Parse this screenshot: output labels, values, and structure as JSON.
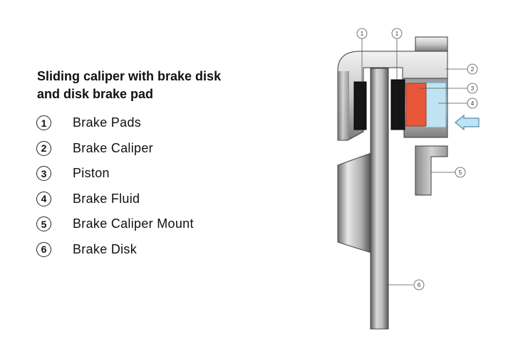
{
  "title": {
    "line1": "Sliding caliper with brake disk",
    "line2": "and disk brake pad"
  },
  "legend": [
    {
      "number": "1",
      "label": "Brake Pads"
    },
    {
      "number": "2",
      "label": "Brake Caliper"
    },
    {
      "number": "3",
      "label": "Piston"
    },
    {
      "number": "4",
      "label": "Brake Fluid"
    },
    {
      "number": "5",
      "label": "Brake Caliper Mount"
    },
    {
      "number": "6",
      "label": "Brake Disk"
    }
  ],
  "callouts": [
    "1",
    "1",
    "2",
    "3",
    "4",
    "5",
    "6"
  ],
  "colors": {
    "piston": "#e8573a",
    "brake_fluid": "#bfe3f2",
    "pads": "#161616",
    "metal_light": "#e6e6e6",
    "metal_dark": "#6a6a6a"
  }
}
